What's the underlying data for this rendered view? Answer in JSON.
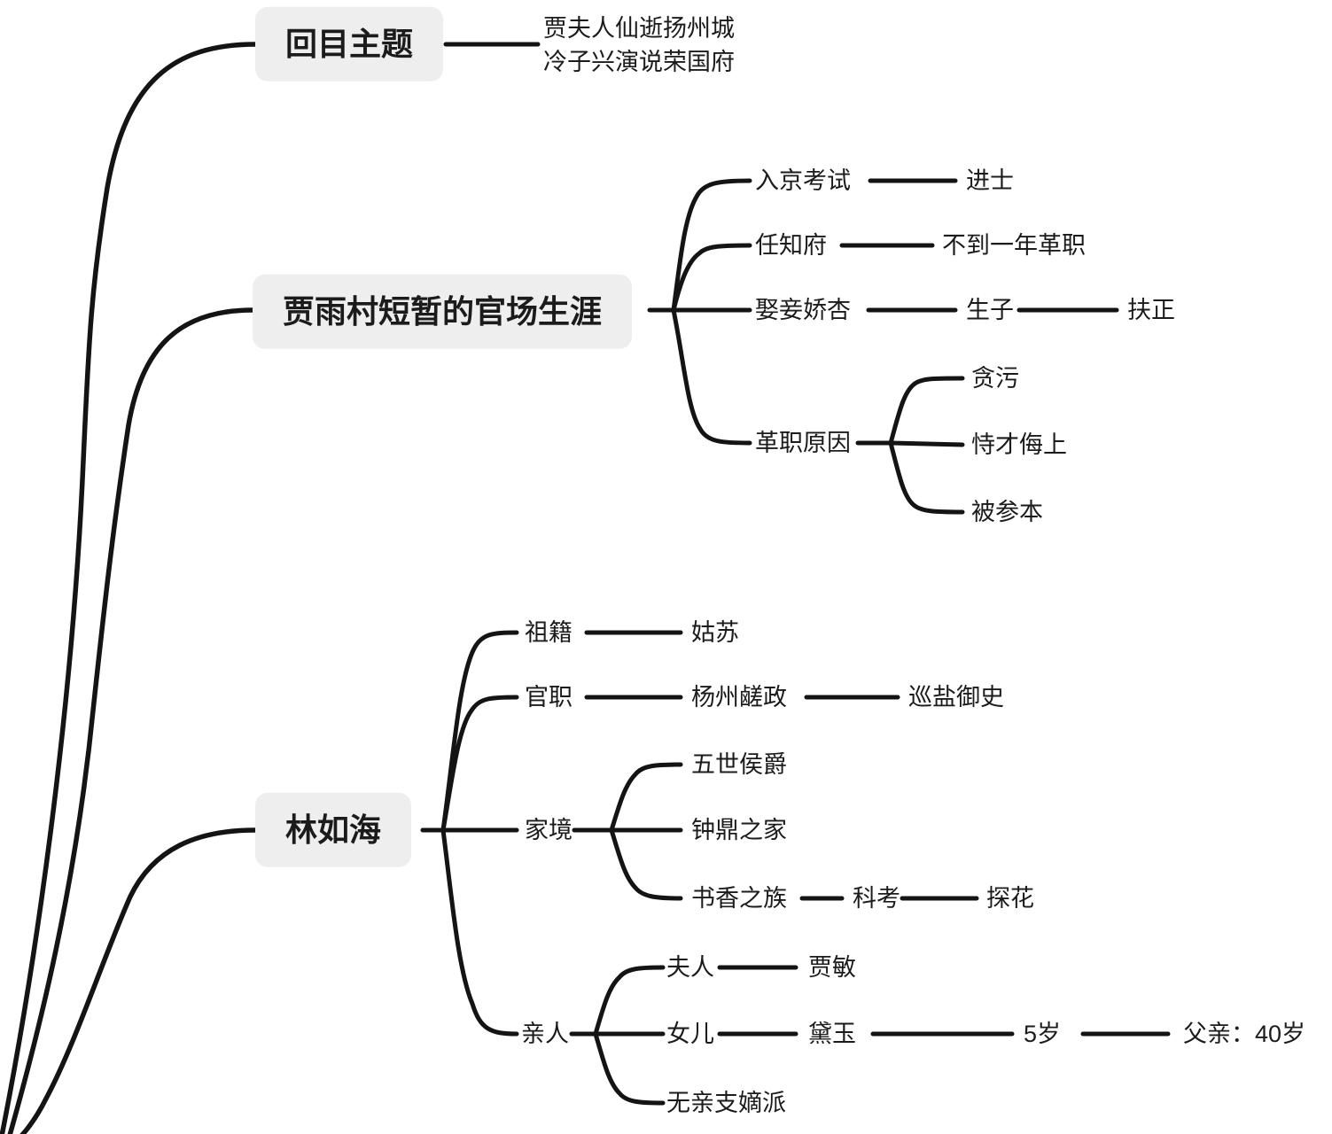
{
  "meta": {
    "background_color": "#ffffff",
    "line_color": "#141414",
    "node_box_color": "#eeeeee",
    "text_color": "#1b1b1b"
  },
  "chapter_theme": {
    "title": "回目主题",
    "lines": [
      "贾夫人仙逝扬州城",
      "冷子兴演说荣国府"
    ]
  },
  "jia_yucun": {
    "title": "贾雨村短暂的官场生涯",
    "exam": {
      "label": "入京考试",
      "result": "进士"
    },
    "prefect": {
      "label": "任知府",
      "result": "不到一年革职"
    },
    "concubine": {
      "label": "娶妾娇杏",
      "child": "生子",
      "promoted": "扶正"
    },
    "dismissal": {
      "label": "革职原因",
      "reasons": [
        "贪污",
        "恃才侮上",
        "被参本"
      ]
    }
  },
  "lin_ruhai": {
    "title": "林如海",
    "ancestry": {
      "label": "祖籍",
      "value": "姑苏"
    },
    "office": {
      "label": "官职",
      "post": "杨州鹾政",
      "post2": "巡盐御史"
    },
    "family": {
      "label": "家境",
      "items": [
        "五世侯爵",
        "钟鼎之家",
        "书香之族"
      ],
      "exam": "科考",
      "rank": "探花"
    },
    "relatives": {
      "label": "亲人",
      "wife_label": "夫人",
      "wife": "贾敏",
      "daughter_label": "女儿",
      "daughter": "黛玉",
      "daughter_age": "5岁",
      "father_age": "父亲：40岁",
      "no_kin": "无亲支嫡派"
    }
  }
}
